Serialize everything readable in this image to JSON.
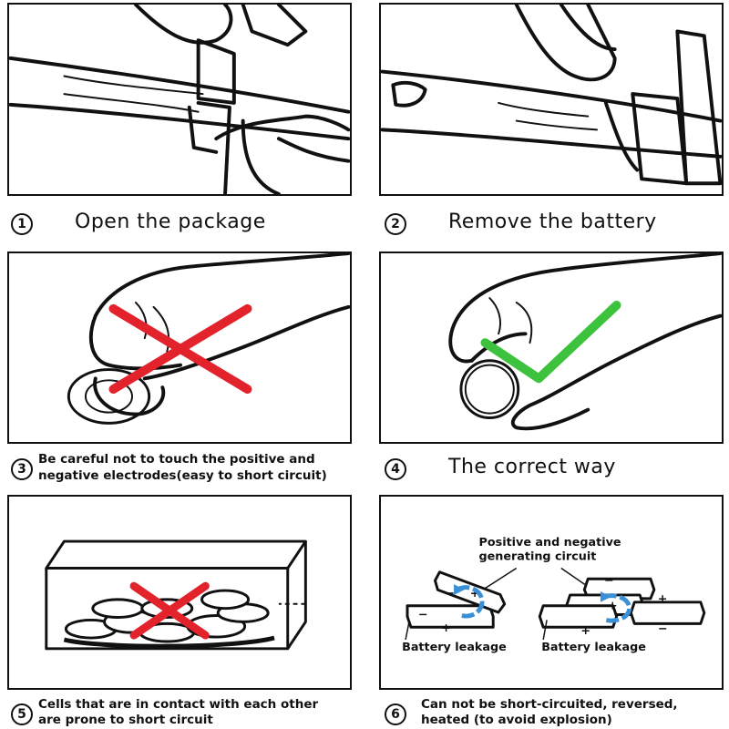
{
  "steps": [
    {
      "number": "1",
      "caption": "Open the package"
    },
    {
      "number": "2",
      "caption": "Remove the battery"
    },
    {
      "number": "3",
      "caption_line1": "Be careful not to touch the positive and",
      "caption_line2": "negative electrodes(easy to short circuit)"
    },
    {
      "number": "4",
      "caption": "The correct way"
    },
    {
      "number": "5",
      "caption_line1": "Cells that are in contact with each other",
      "caption_line2": "are prone to short circuit"
    },
    {
      "number": "6",
      "caption_line1": "Can not be short-circuited, reversed,",
      "caption_line2": "heated (to avoid explosion)"
    }
  ],
  "diagram6": {
    "title_line1": "Positive and negative",
    "title_line2": "generating circuit",
    "left_label": "Battery leakage",
    "right_label": "Battery leakage",
    "plus": "+",
    "minus": "−"
  },
  "colors": {
    "wrong_mark": "#e3232b",
    "correct_mark": "#3cc23c",
    "arrow": "#3b8fd6",
    "line": "#111111"
  }
}
